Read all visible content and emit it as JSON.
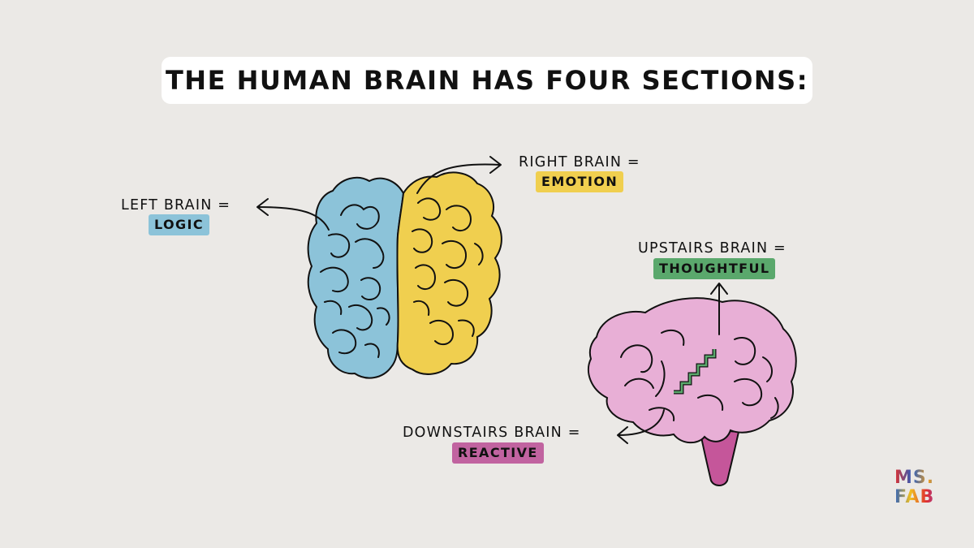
{
  "title": "THE HUMAN BRAIN HAS FOUR SECTIONS:",
  "labels": {
    "left": {
      "heading": "LEFT BRAIN =",
      "tag": "LOGIC"
    },
    "right": {
      "heading": "RIGHT BRAIN =",
      "tag": "EMOTION"
    },
    "upstairs": {
      "heading": "UPSTAIRS BRAIN =",
      "tag": "THOUGHTFUL"
    },
    "downstairs": {
      "heading": "DOWNSTAIRS BRAIN =",
      "tag": "REACTIVE"
    }
  },
  "colors": {
    "background": "#ebe9e6",
    "left_brain": "#8cc3d9",
    "right_brain": "#f0cf4f",
    "upstairs_tag": "#5aa86c",
    "downstairs_tag": "#c163a0",
    "brain_pink": "#e8afd6",
    "brain_stem": "#c5569a"
  },
  "logo": {
    "line1": "MS.",
    "line2": "FAB"
  }
}
